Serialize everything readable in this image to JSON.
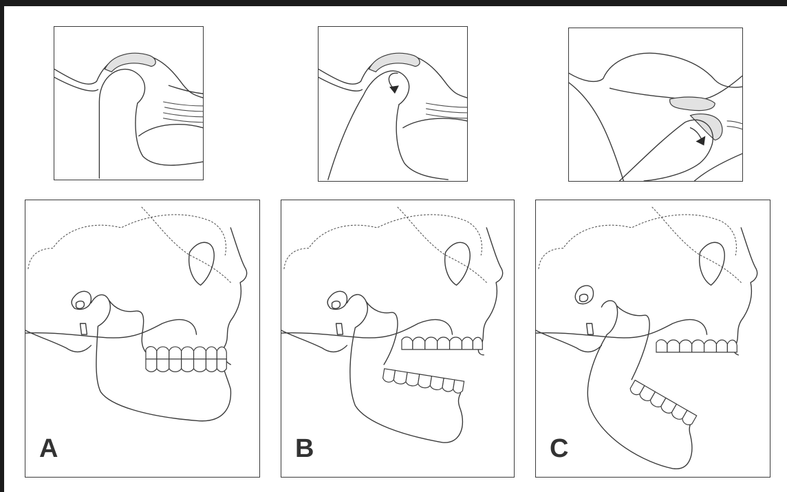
{
  "figure": {
    "panels": [
      {
        "id": "A",
        "label": "A",
        "jaw_state": "closed"
      },
      {
        "id": "B",
        "label": "B",
        "jaw_state": "slightly-open-rotation"
      },
      {
        "id": "C",
        "label": "C",
        "jaw_state": "wide-open-translation"
      }
    ]
  },
  "colors": {
    "frame": "#1b1b1b",
    "line": "#3a3a3a",
    "disc_fill": "#e2e2e2",
    "background": "#ffffff"
  }
}
